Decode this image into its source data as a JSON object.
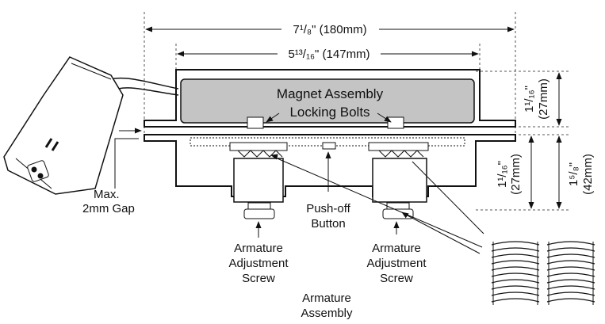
{
  "dimensions": {
    "overall_width": "7¹/₈\" (180mm)",
    "inner_width": "5¹³/₁₆\" (147mm)",
    "magnet_height_in": "1¹/₁₆\"",
    "magnet_height_mm": "(27mm)",
    "armature_height_in": "1¹/₁₆\"",
    "armature_height_mm": "(27mm)",
    "total_height_in": "1⁵/₈\"",
    "total_height_mm": "(42mm)"
  },
  "labels": {
    "magnet_assembly": "Magnet Assembly",
    "locking_bolts": "Locking Bolts",
    "max_gap_line1": "Max.",
    "max_gap_line2": "2mm Gap",
    "pushoff_line1": "Push-off",
    "pushoff_line2": "Button",
    "adj_screw_left": [
      "Armature",
      "Adjustment",
      "Screw"
    ],
    "adj_screw_right": [
      "Armature",
      "Adjustment",
      "Screw"
    ],
    "armature_assembly_line1": "Armature",
    "armature_assembly_line2": "Assembly"
  },
  "colors": {
    "magnet_fill": "#c4c4c4",
    "line": "#111111"
  },
  "icons": [
    "arrow-icon",
    "spring-icon",
    "screw-icon",
    "bolt-icon"
  ]
}
